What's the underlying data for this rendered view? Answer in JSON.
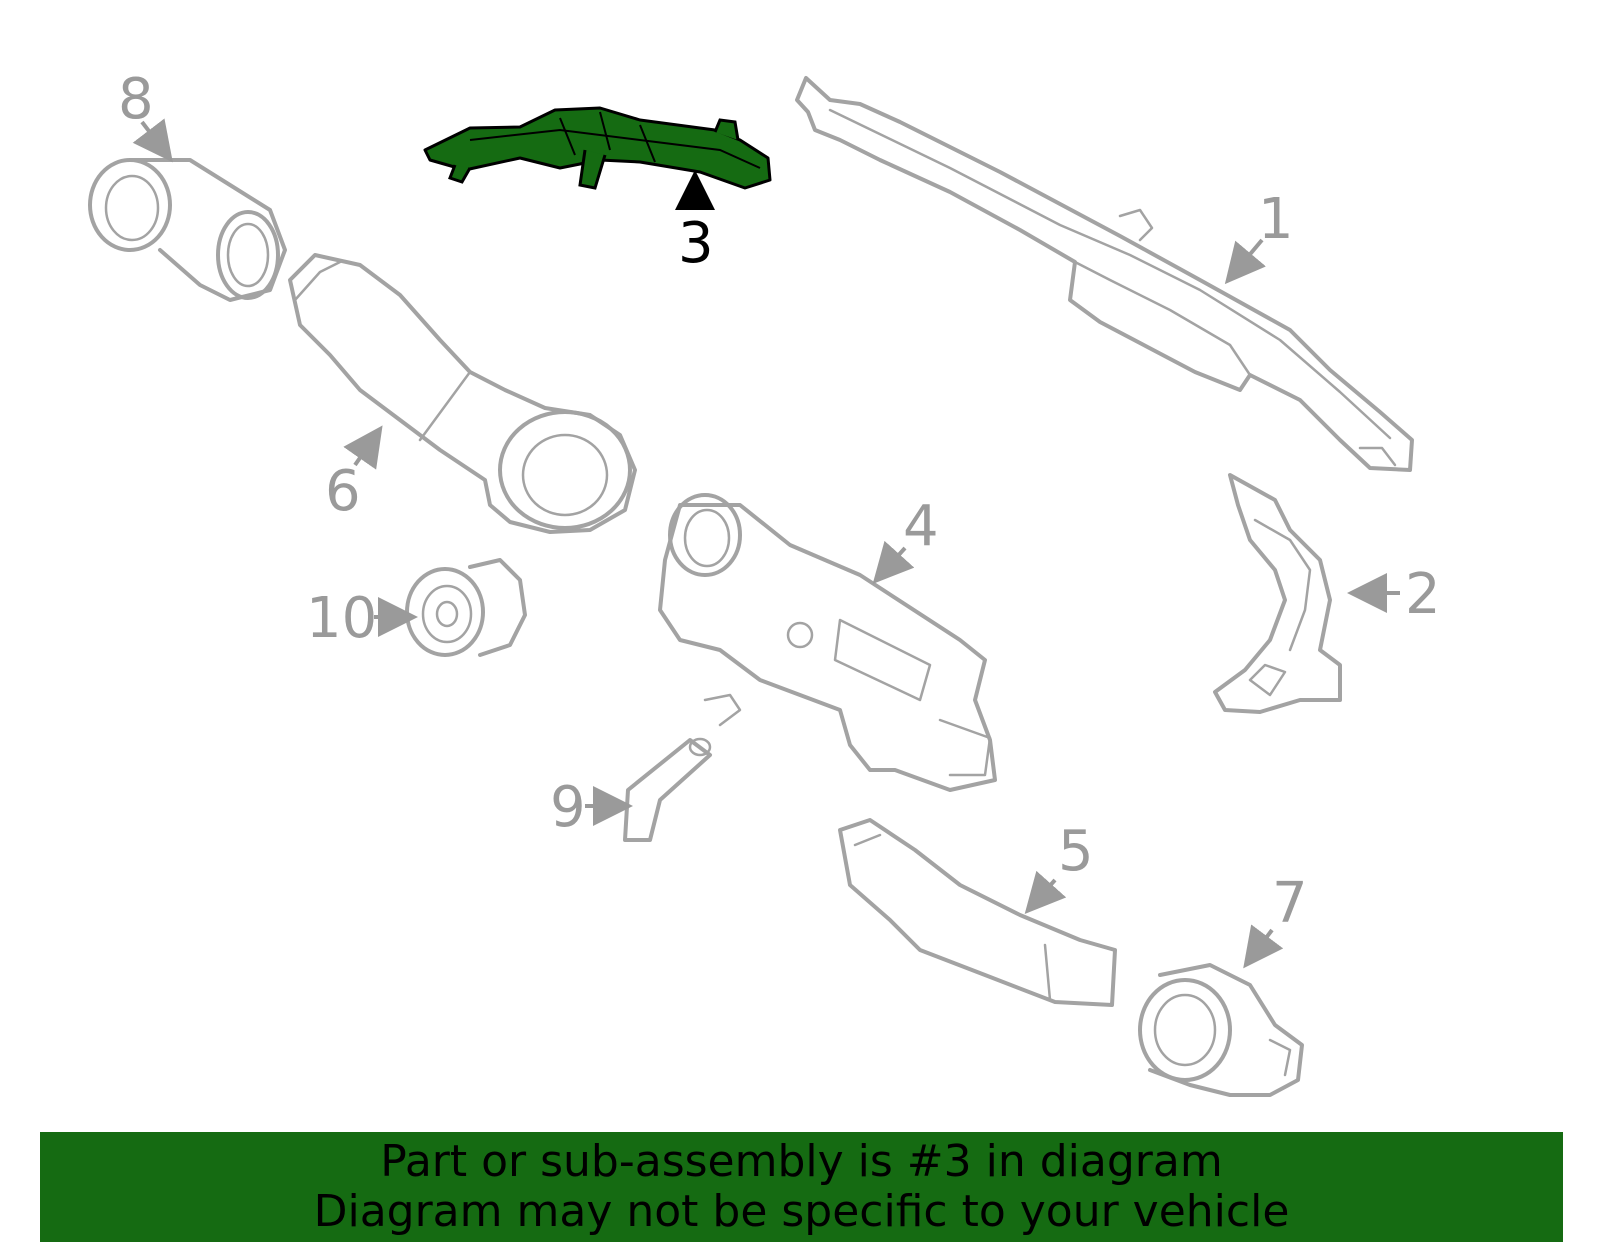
{
  "diagram": {
    "highlight_color": "#156b12",
    "outline_color": "#a3a3a3",
    "highlighted_part": "3",
    "callouts": [
      {
        "id": "1",
        "label": "1"
      },
      {
        "id": "2",
        "label": "2"
      },
      {
        "id": "3",
        "label": "3"
      },
      {
        "id": "4",
        "label": "4"
      },
      {
        "id": "5",
        "label": "5"
      },
      {
        "id": "6",
        "label": "6"
      },
      {
        "id": "7",
        "label": "7"
      },
      {
        "id": "8",
        "label": "8"
      },
      {
        "id": "9",
        "label": "9"
      },
      {
        "id": "10",
        "label": "10"
      }
    ]
  },
  "banner": {
    "line1": "Part or sub-assembly is #3 in diagram",
    "line2": "Diagram may not be specific to your vehicle"
  }
}
